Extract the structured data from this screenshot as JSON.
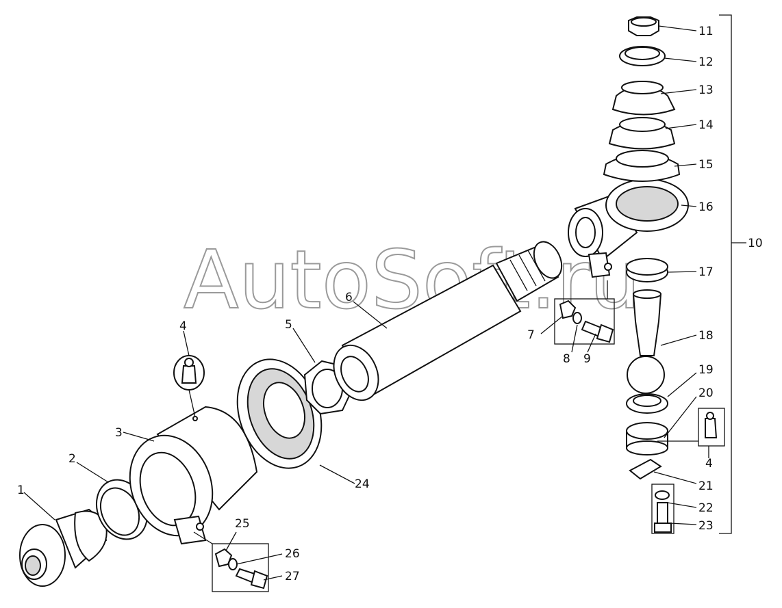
{
  "watermark": "AutoSoft.ru",
  "labels": {
    "l1": "1",
    "l2": "2",
    "l3": "3",
    "l4a": "4",
    "l4b": "4",
    "l5": "5",
    "l6": "6",
    "l7": "7",
    "l8": "8",
    "l9": "9",
    "l10": "10",
    "l11": "11",
    "l12": "12",
    "l13": "13",
    "l14": "14",
    "l15": "15",
    "l16": "16",
    "l17": "17",
    "l18": "18",
    "l19": "19",
    "l20": "20",
    "l21": "21",
    "l22": "22",
    "l23": "23",
    "l24": "24",
    "l25": "25",
    "l26": "26",
    "l27": "27"
  }
}
